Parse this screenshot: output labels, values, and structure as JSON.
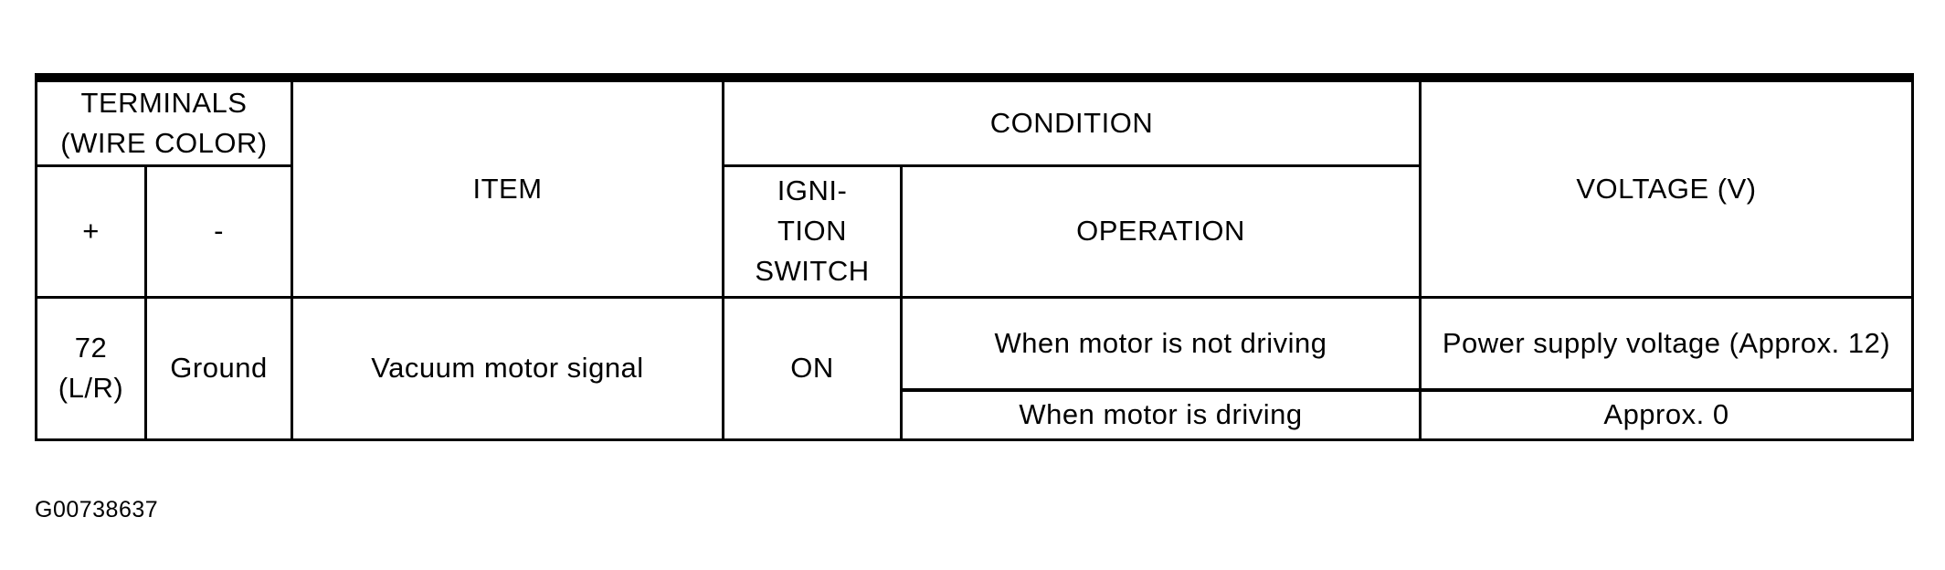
{
  "page": {
    "background": "#ffffff",
    "text_color": "#000000",
    "border_color": "#000000"
  },
  "table": {
    "header": {
      "terminals_line1": "TERMINALS",
      "terminals_line2": "(WIRE COLOR)",
      "plus": "+",
      "minus": "-",
      "item": "ITEM",
      "condition": "CONDITION",
      "ignition_line1": "IGNI-",
      "ignition_line2": "TION",
      "ignition_line3": "SWITCH",
      "operation": "OPERATION",
      "voltage": "VOLTAGE (V)"
    },
    "row": {
      "terminal_plus_line1": "72",
      "terminal_plus_line2": "(L/R)",
      "terminal_minus": "Ground",
      "item": "Vacuum motor signal",
      "ignition_switch": "ON",
      "conditions": [
        {
          "operation": "When motor is not driving",
          "voltage": "Power supply voltage (Approx. 12)"
        },
        {
          "operation": "When motor is driving",
          "voltage": "Approx. 0"
        }
      ]
    }
  },
  "footer": {
    "figure_id": "G00738637"
  }
}
